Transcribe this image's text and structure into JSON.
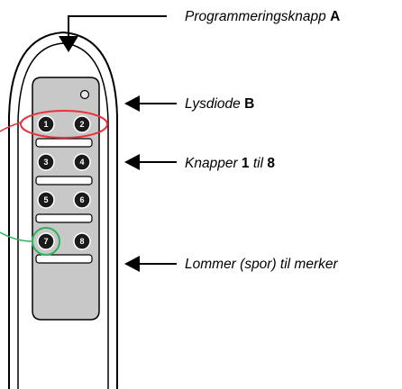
{
  "labels": {
    "programming_button": {
      "text": "Programmeringsknapp",
      "tag": "A"
    },
    "led": {
      "text": "Lysdiode",
      "tag": "B"
    },
    "buttons": {
      "prefix": "Knapper",
      "from": "1",
      "mid": "til",
      "to": "8"
    },
    "pockets": {
      "text": "Lommer (spor) til merker"
    }
  },
  "remote": {
    "buttons": [
      "1",
      "2",
      "3",
      "4",
      "5",
      "6",
      "7",
      "8"
    ]
  },
  "colors": {
    "highlight_red": "#e8323c",
    "highlight_green": "#2db35a",
    "panel_gray": "#c8c8c8",
    "button_dark": "#1a1a1a"
  }
}
